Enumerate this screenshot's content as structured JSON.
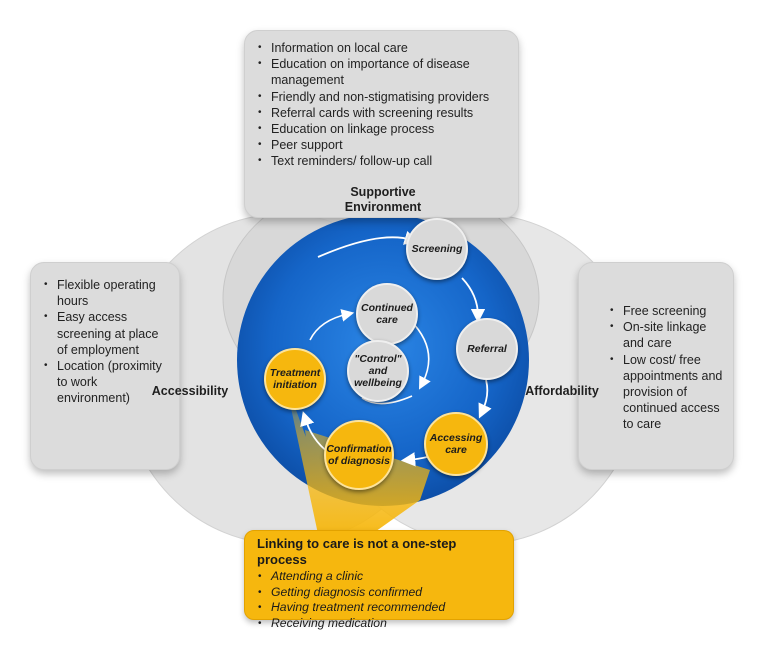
{
  "supportive": {
    "label": "Supportive Environment",
    "items": [
      "Information on local care",
      "Education on importance of disease management",
      "Friendly and non-stigmatising providers",
      "Referral cards with screening results",
      "Education on linkage process",
      "Peer support",
      "Text reminders/ follow-up call"
    ]
  },
  "accessibility": {
    "label": "Accessibility",
    "items": [
      "Flexible operating hours",
      "Easy access screening at place of employment",
      "Location (proximity to work environment)"
    ]
  },
  "affordability": {
    "label": "Affordability",
    "items": [
      "Free screening",
      "On-site linkage and care",
      "Low cost/ free appointments and provision of continued access to care"
    ]
  },
  "cycle": {
    "screening": "Screening",
    "referral": "Referral",
    "accessing_care": "Accessing care",
    "confirmation": "Confirmation of diagnosis",
    "treatment": "Treatment initiation",
    "continued_care": "Continued care",
    "control": "\"Control\" and wellbeing"
  },
  "callout": {
    "title": "Linking to care is not a one-step process",
    "items": [
      "Attending a clinic",
      "Getting diagnosis confirmed",
      "Having treatment recommended",
      "Receiving medication"
    ]
  },
  "colors": {
    "blue": "#1565c8",
    "gold": "#f6b70e",
    "grey": "#d9d9d9"
  }
}
